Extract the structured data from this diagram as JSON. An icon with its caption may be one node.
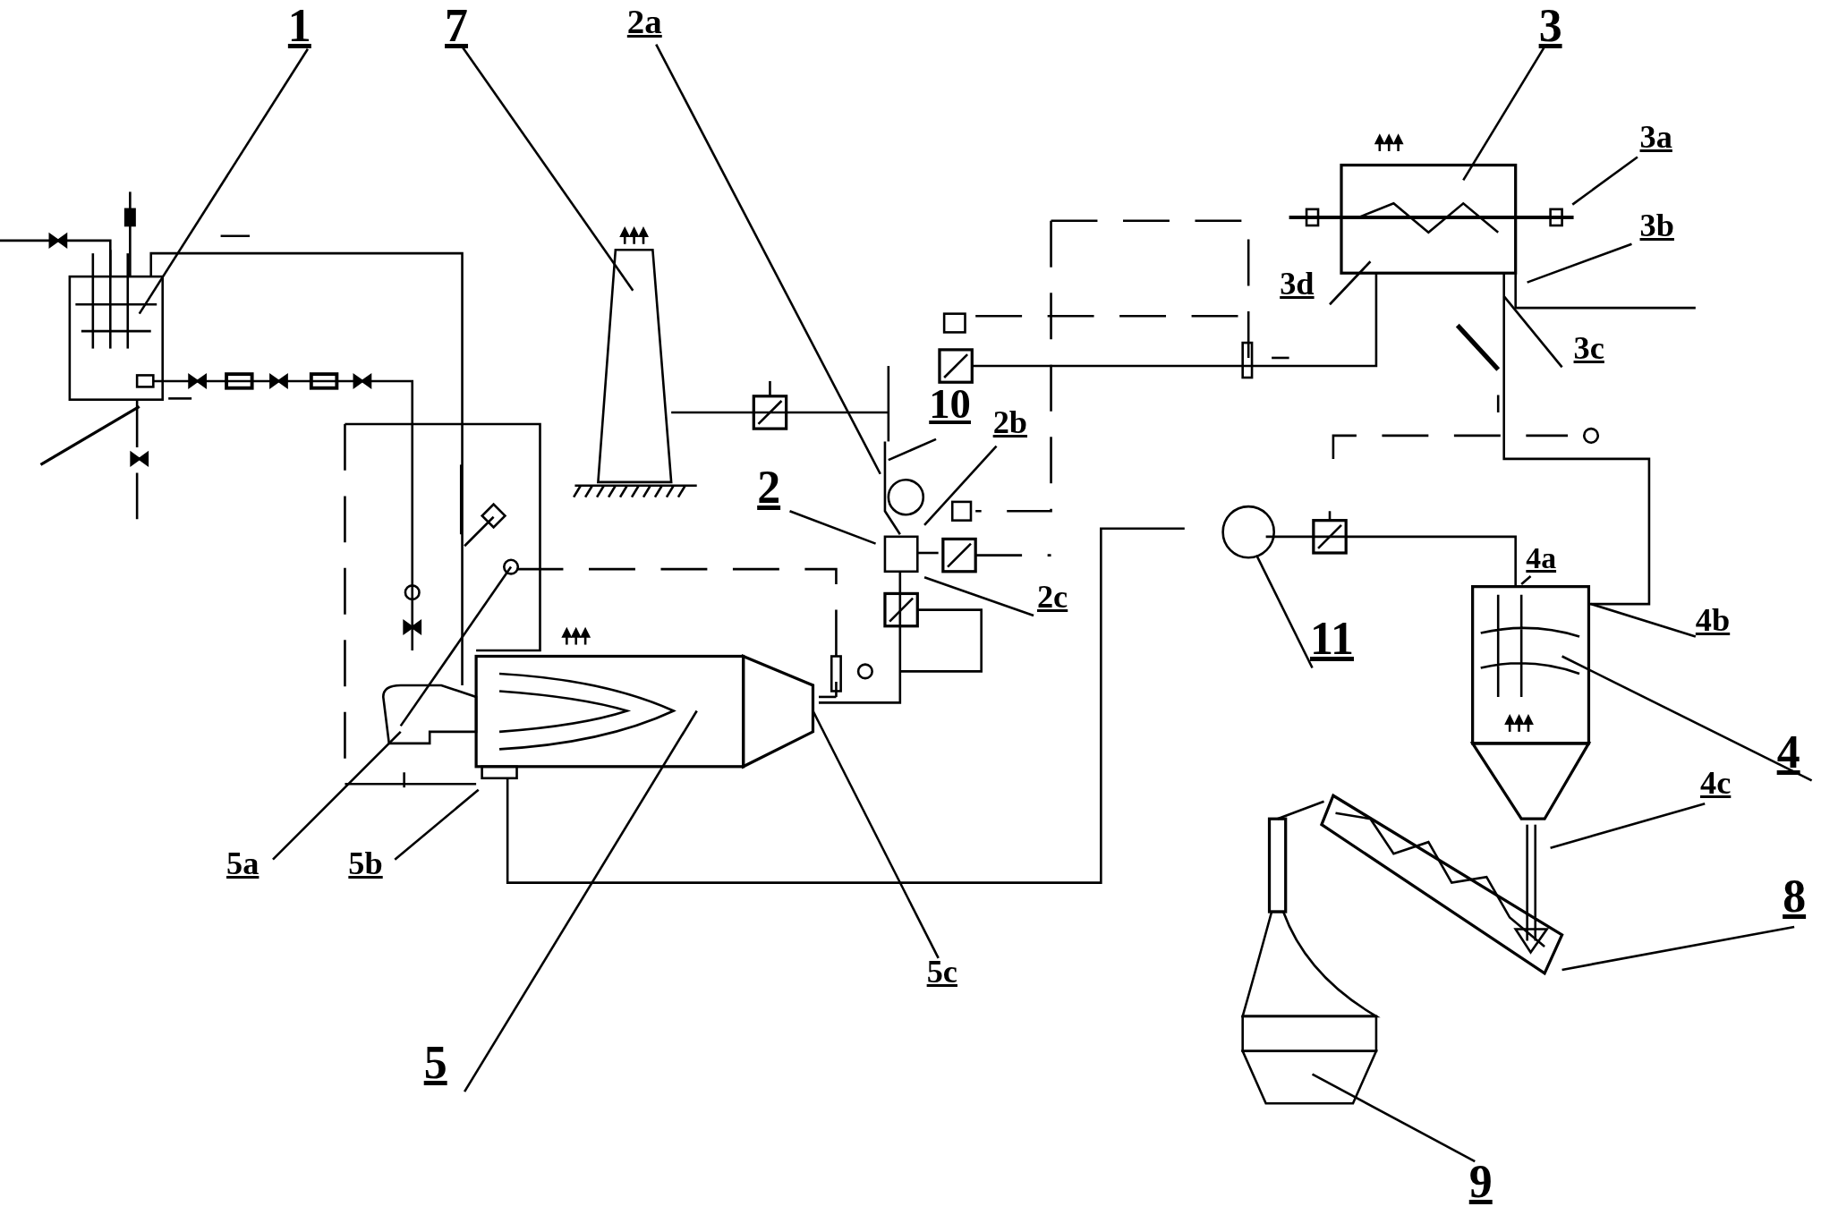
{
  "diagram": {
    "nodes": [
      {
        "text": [
          "1"
        ]
      },
      {
        "text": [
          "7"
        ]
      },
      {
        "text": [
          "2a"
        ]
      },
      {
        "text": [
          "3"
        ]
      },
      {
        "text": [
          "3a"
        ]
      },
      {
        "text": [
          "3b"
        ]
      },
      {
        "text": [
          "3d"
        ]
      },
      {
        "text": [
          "3c"
        ]
      },
      {
        "text": [
          "10"
        ]
      },
      {
        "text": [
          "2b"
        ]
      },
      {
        "text": [
          "2"
        ]
      },
      {
        "text": [
          "2c"
        ]
      },
      {
        "text": [
          "4a"
        ]
      },
      {
        "text": [
          "4b"
        ]
      },
      {
        "text": [
          "11"
        ]
      },
      {
        "text": [
          "4"
        ]
      },
      {
        "text": [
          "4c"
        ]
      },
      {
        "text": [
          "5a"
        ]
      },
      {
        "text": [
          "5b"
        ]
      },
      {
        "text": [
          "5c"
        ]
      },
      {
        "text": [
          "5"
        ]
      },
      {
        "text": [
          "8"
        ]
      },
      {
        "text": [
          "9"
        ]
      }
    ],
    "edges": [
      {
        "from": 0,
        "to": null,
        "arrow": "none"
      },
      {
        "from": 1,
        "to": null,
        "arrow": "none"
      },
      {
        "from": 2,
        "to": null,
        "arrow": "none"
      },
      {
        "from": 3,
        "to": null,
        "arrow": "none"
      },
      {
        "from": 4,
        "to": null,
        "arrow": "none"
      },
      {
        "from": 5,
        "to": null,
        "arrow": "none"
      },
      {
        "from": 6,
        "to": null,
        "arrow": "none"
      },
      {
        "from": 7,
        "to": null,
        "arrow": "none"
      },
      {
        "from": 8,
        "to": null,
        "arrow": "none"
      },
      {
        "from": 9,
        "to": null,
        "arrow": "none"
      },
      {
        "from": 10,
        "to": null,
        "arrow": "none"
      },
      {
        "from": 11,
        "to": null,
        "arrow": "none"
      },
      {
        "from": 12,
        "to": null,
        "arrow": "none"
      },
      {
        "from": 13,
        "to": null,
        "arrow": "none"
      },
      {
        "from": 14,
        "to": null,
        "arrow": "none"
      },
      {
        "from": 15,
        "to": null,
        "arrow": "none"
      },
      {
        "from": 16,
        "to": null,
        "arrow": "none"
      },
      {
        "from": 17,
        "to": null,
        "arrow": "none"
      },
      {
        "from": 18,
        "to": null,
        "arrow": "none"
      },
      {
        "from": 19,
        "to": null,
        "arrow": "none"
      },
      {
        "from": 20,
        "to": null,
        "arrow": "none"
      },
      {
        "from": 21,
        "to": null,
        "arrow": "none"
      },
      {
        "from": 22,
        "to": null,
        "arrow": "none"
      }
    ]
  }
}
